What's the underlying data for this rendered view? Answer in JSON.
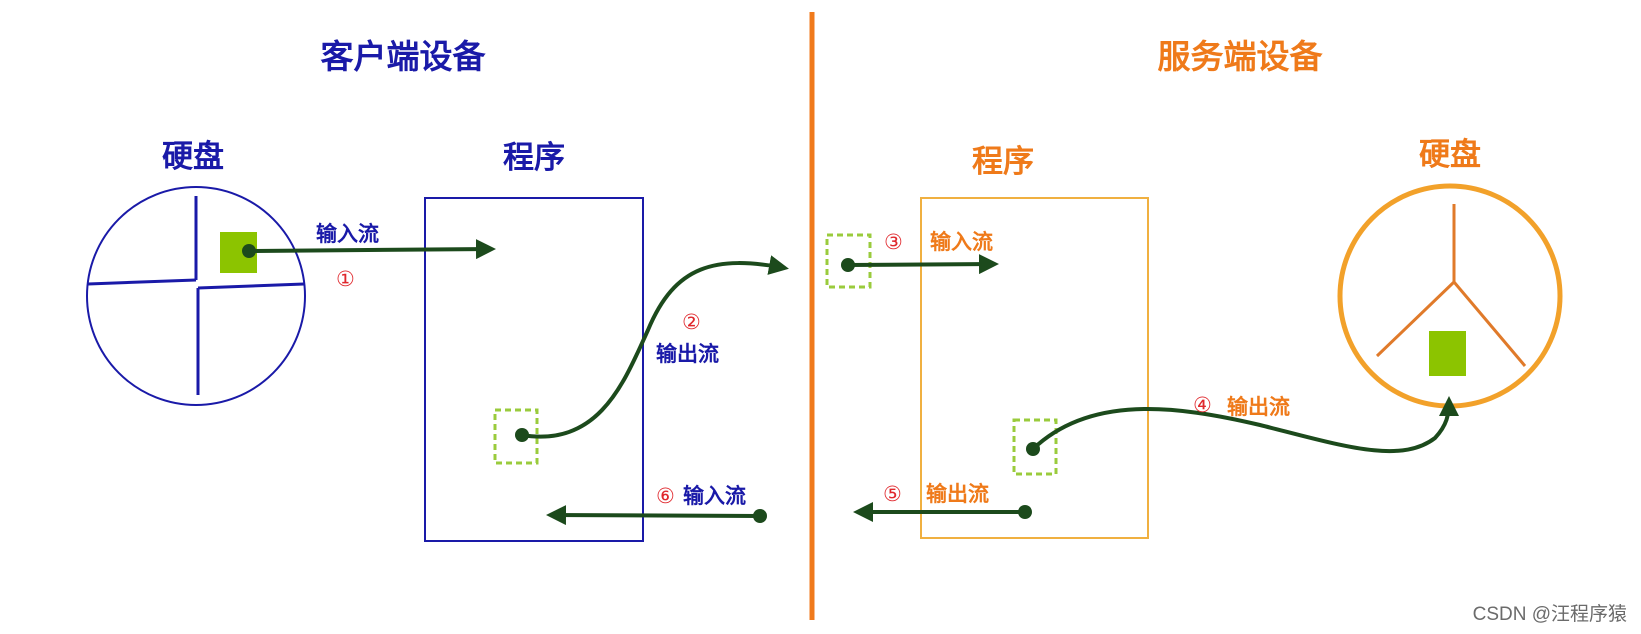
{
  "colors": {
    "client": "#1a1aa8",
    "server": "#ef7a1a",
    "divider": "#f07a1c",
    "server_disk": "#f2a12a",
    "server_box": "#f0b040",
    "arrow": "#1c4a1c",
    "step_number": "#e0282d",
    "file": "#8cc400",
    "buffer": "#9acb3c"
  },
  "client": {
    "title": "客户端设备",
    "disk_label": "硬盘",
    "program_label": "程序"
  },
  "server": {
    "title": "服务端设备",
    "disk_label": "硬盘",
    "program_label": "程序"
  },
  "flows": [
    {
      "step": "①",
      "label": "输入流"
    },
    {
      "step": "②",
      "label": "输出流"
    },
    {
      "step": "③",
      "label": "输入流"
    },
    {
      "step": "④",
      "label": "输出流"
    },
    {
      "step": "⑤",
      "label": "输出流"
    },
    {
      "step": "⑥",
      "label": "输入流"
    }
  ],
  "watermark": "CSDN @汪程序猿"
}
